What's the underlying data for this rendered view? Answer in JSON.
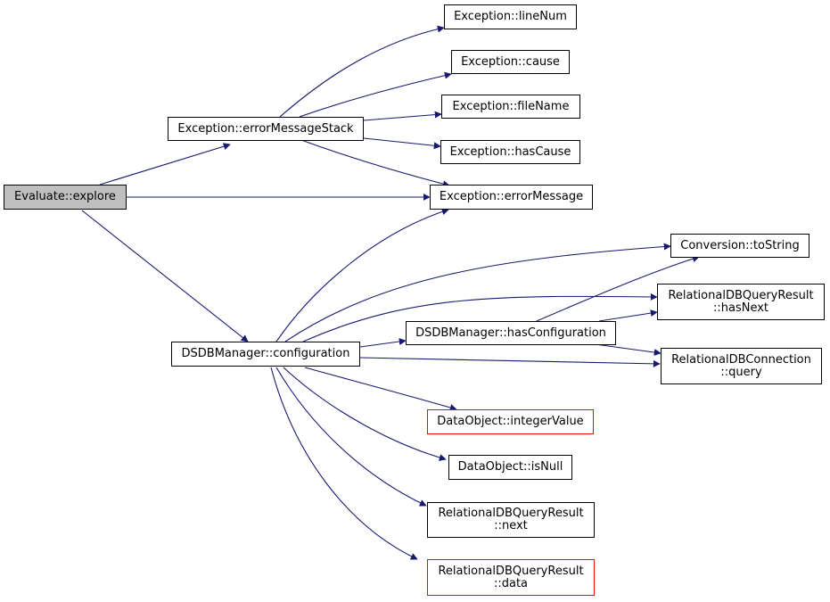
{
  "colors": {
    "edge": "#191970",
    "node_border": "#000000",
    "node_fill": "#ffffff",
    "root_fill": "#bfbfbf",
    "undocumented_border": "#ff0000"
  },
  "nodes": {
    "evaluate_explore": {
      "lines": [
        "Evaluate::explore"
      ]
    },
    "exception_errorMessageStack": {
      "lines": [
        "Exception::errorMessageStack"
      ]
    },
    "dsdbmanager_configuration": {
      "lines": [
        "DSDBManager::configuration"
      ]
    },
    "exception_lineNum": {
      "lines": [
        "Exception::lineNum"
      ]
    },
    "exception_cause": {
      "lines": [
        "Exception::cause"
      ]
    },
    "exception_fileName": {
      "lines": [
        "Exception::fileName"
      ]
    },
    "exception_hasCause": {
      "lines": [
        "Exception::hasCause"
      ]
    },
    "exception_errorMessage": {
      "lines": [
        "Exception::errorMessage"
      ]
    },
    "conversion_toString": {
      "lines": [
        "Conversion::toString"
      ]
    },
    "relationaldbqueryresult_hasNext": {
      "lines": [
        "RelationalDBQueryResult",
        "::hasNext"
      ]
    },
    "dsdbmanager_hasConfiguration": {
      "lines": [
        "DSDBManager::hasConfiguration"
      ]
    },
    "relationaldbconnection_query": {
      "lines": [
        "RelationalDBConnection",
        "::query"
      ]
    },
    "dataobject_integerValue": {
      "lines": [
        "DataObject::integerValue"
      ]
    },
    "dataobject_isNull": {
      "lines": [
        "DataObject::isNull"
      ]
    },
    "relationaldbqueryresult_next": {
      "lines": [
        "RelationalDBQueryResult",
        "::next"
      ]
    },
    "relationaldbqueryresult_data": {
      "lines": [
        "RelationalDBQueryResult",
        "::data"
      ]
    }
  }
}
